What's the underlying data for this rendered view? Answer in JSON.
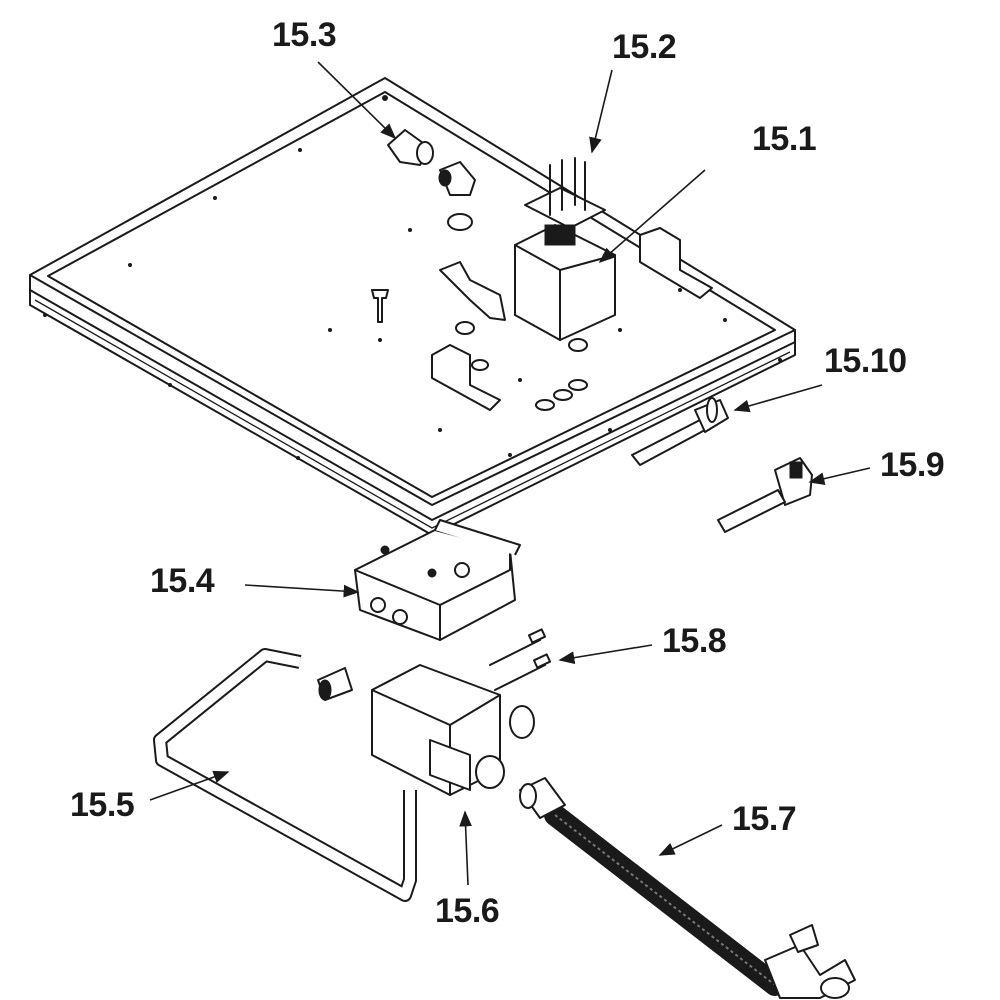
{
  "diagram": {
    "labels": {
      "p15_1": "15.1",
      "p15_2": "15.2",
      "p15_3": "15.3",
      "p15_4": "15.4",
      "p15_5": "15.5",
      "p15_6": "15.6",
      "p15_7": "15.7",
      "p15_8": "15.8",
      "p15_9": "15.9",
      "p15_10": "15.10"
    }
  }
}
